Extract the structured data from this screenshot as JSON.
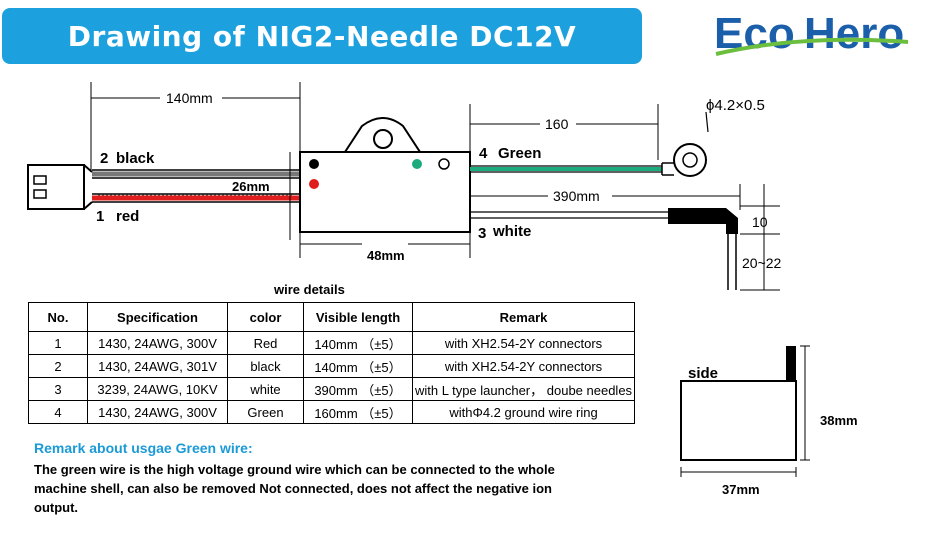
{
  "title": "Drawing of NIG2-Needle DC12V",
  "logo": {
    "text_eco": "Eco",
    "text_hero": "Hero",
    "colors": {
      "eco": "#1b5fab",
      "hero": "#1b5fab",
      "swoosh": "#6cbf3e"
    }
  },
  "drawing": {
    "dim_140": "140mm",
    "dim_26": "26mm",
    "dim_48": "48mm",
    "dim_160": "160",
    "dim_390": "390mm",
    "ring_label": "ϕ4.2×0.5",
    "dim_10": "10",
    "dim_20_22": "20~22",
    "wire_2_num": "2",
    "wire_2_name": "black",
    "wire_1_num": "1",
    "wire_1_name": "red",
    "wire_4_num": "4",
    "wire_4_name": "Green",
    "wire_3_num": "3",
    "wire_3_name": "white"
  },
  "side_view": {
    "label": "side",
    "height": "38mm",
    "width": "37mm"
  },
  "table": {
    "caption": "wire details",
    "headers": [
      "No.",
      "Specification",
      "color",
      "Visible length",
      "Remark"
    ],
    "rows": [
      [
        "1",
        "1430, 24AWG, 300V",
        "Red",
        "140mm （±5）",
        "with XH2.54-2Y connectors"
      ],
      [
        "2",
        "1430, 24AWG, 301V",
        "black",
        "140mm （±5）",
        "with XH2.54-2Y connectors"
      ],
      [
        "3",
        "3239, 24AWG, 10KV",
        "white",
        "390mm （±5）",
        "with L type launcher，  doube needles"
      ],
      [
        "4",
        "1430, 24AWG, 300V",
        "Green",
        "160mm （±5）",
        "withΦ4.2 ground wire ring"
      ]
    ]
  },
  "remark": {
    "title": "Remark about usgae Green wire:",
    "body": "The green wire is the high voltage ground wire which can be connected to the whole machine shell, can also be removed Not connected, does not affect the negative ion output."
  }
}
